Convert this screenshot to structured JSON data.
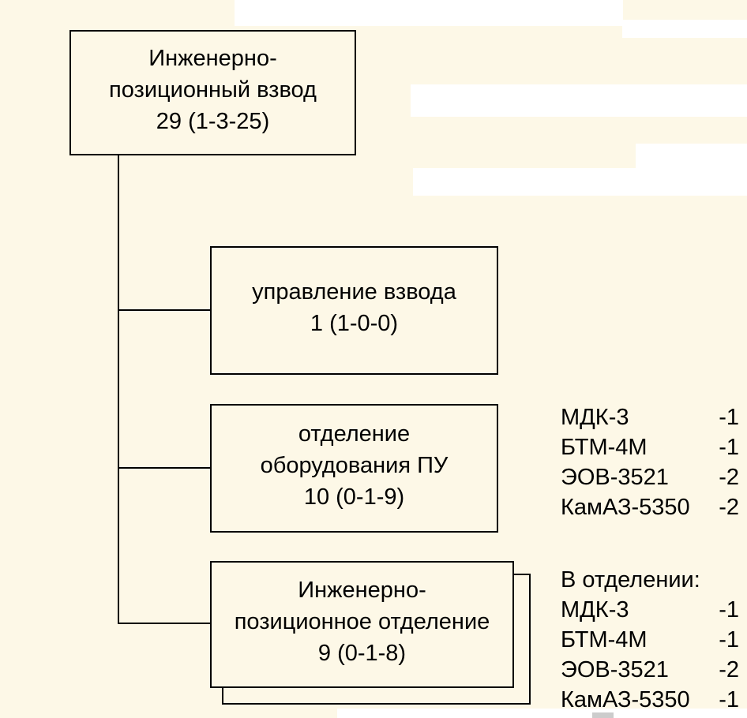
{
  "diagram": {
    "root": {
      "name_lines": [
        "Инженерно-",
        "позиционный взвод"
      ],
      "strength": "29 (1-3-25)"
    },
    "children": [
      {
        "name_lines": [
          "управление взвода"
        ],
        "strength": "1 (1-0-0)"
      },
      {
        "name_lines": [
          "отделение",
          "оборудования ПУ"
        ],
        "strength": "10 (0-1-9)"
      },
      {
        "name_lines": [
          "Инженерно-",
          "позиционное отделение"
        ],
        "strength": "9 (0-1-8)"
      }
    ],
    "equipment_platoon": [
      {
        "name": "МДК-3",
        "count": "-1"
      },
      {
        "name": "БТМ-4М",
        "count": "-1"
      },
      {
        "name": "ЭОВ-3521",
        "count": "-2"
      },
      {
        "name": "КамАЗ-5350",
        "count": "-2"
      }
    ],
    "squad_equipment_title": "В отделении:",
    "equipment_squad": [
      {
        "name": "МДК-3",
        "count": "-1"
      },
      {
        "name": "БТМ-4М",
        "count": "-1"
      },
      {
        "name": "ЭОВ-3521",
        "count": "-2"
      },
      {
        "name": "КамАЗ-5350",
        "count": "-1"
      }
    ],
    "colors": {
      "background": "#FDF8E7",
      "line": "#000000",
      "patch_white": "#FFFFFF",
      "patch_gray": "#CCCCCC"
    }
  }
}
